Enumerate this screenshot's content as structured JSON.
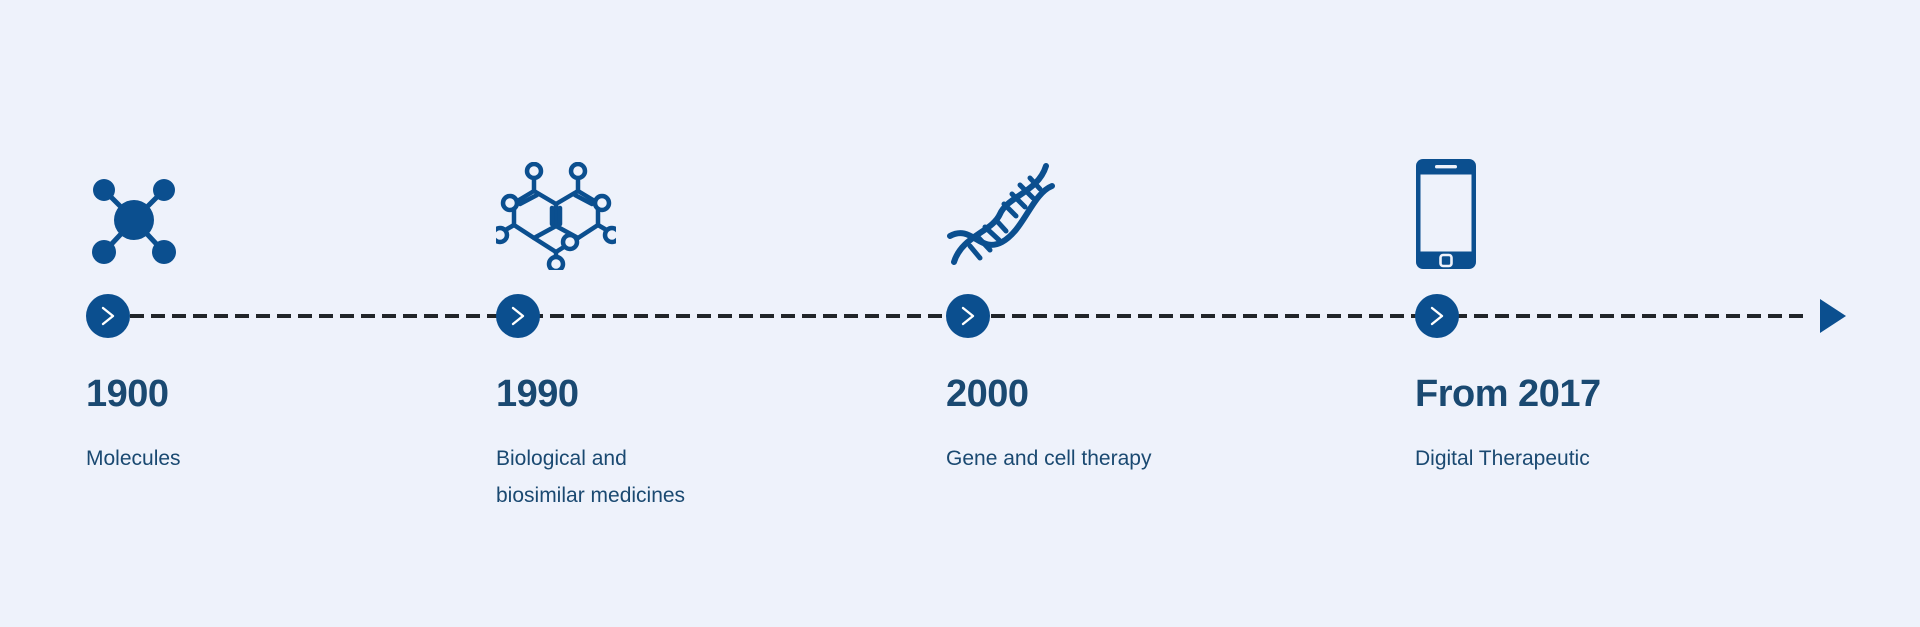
{
  "page": {
    "title": "Pharmaceutical innovation timeline",
    "background_color": "#eef2fb",
    "accent_color": "#0b4f8f",
    "text_color": "#1a4971",
    "line_color": "#212529"
  },
  "timeline": {
    "axis_style": "dashed",
    "arrow_direction": "right",
    "milestones": [
      {
        "year": "1900",
        "caption": "Molecules",
        "icon": "molecule-node-icon",
        "marker": "chevron-right-icon"
      },
      {
        "year": "1990",
        "caption": "Biological and biosimilar medicines",
        "icon": "chemical-structure-icon",
        "marker": "chevron-right-icon"
      },
      {
        "year": "2000",
        "caption": "Gene and cell therapy",
        "icon": "dna-helix-icon",
        "marker": "chevron-right-icon"
      },
      {
        "year": "From 2017",
        "caption": "Digital Therapeutic",
        "icon": "smartphone-icon",
        "marker": "chevron-right-icon"
      }
    ]
  }
}
